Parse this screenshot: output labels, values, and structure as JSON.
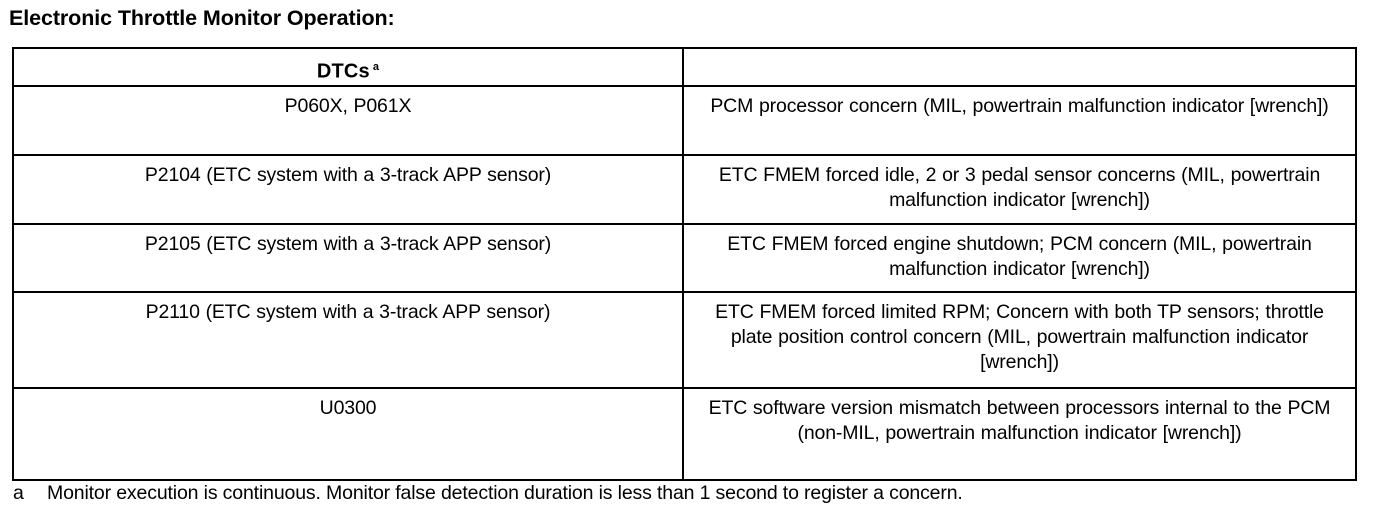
{
  "document": {
    "title": "Electronic Throttle Monitor Operation:"
  },
  "table": {
    "headers": {
      "dtcs": "DTCs",
      "dtcs_superscript": "a",
      "description": ""
    },
    "rows": [
      {
        "dtc": "P060X, P061X",
        "description": "PCM processor concern (MIL, powertrain malfunction indicator [wrench])"
      },
      {
        "dtc": "P2104 (ETC system with a 3-track APP sensor)",
        "description": "ETC FMEM  forced idle, 2 or 3 pedal sensor concerns (MIL, powertrain malfunction indicator [wrench])"
      },
      {
        "dtc": "P2105 (ETC system with a 3-track APP sensor)",
        "description": "ETC FMEM  forced engine shutdown; PCM concern (MIL, powertrain malfunction indicator [wrench])"
      },
      {
        "dtc": "P2110 (ETC system with a 3-track APP sensor)",
        "description": "ETC FMEM  forced limited RPM; Concern with both TP sensors; throttle plate position control concern (MIL, powertrain malfunction indicator [wrench])"
      },
      {
        "dtc": "U0300",
        "description": "ETC software version mismatch between processors internal to the PCM (non-MIL, powertrain malfunction indicator [wrench])"
      }
    ]
  },
  "footnote": {
    "marker": "a",
    "text": "Monitor execution is continuous. Monitor false detection duration is less than 1 second to register a concern."
  },
  "colors": {
    "ink": "#000000",
    "paper": "#ffffff"
  }
}
